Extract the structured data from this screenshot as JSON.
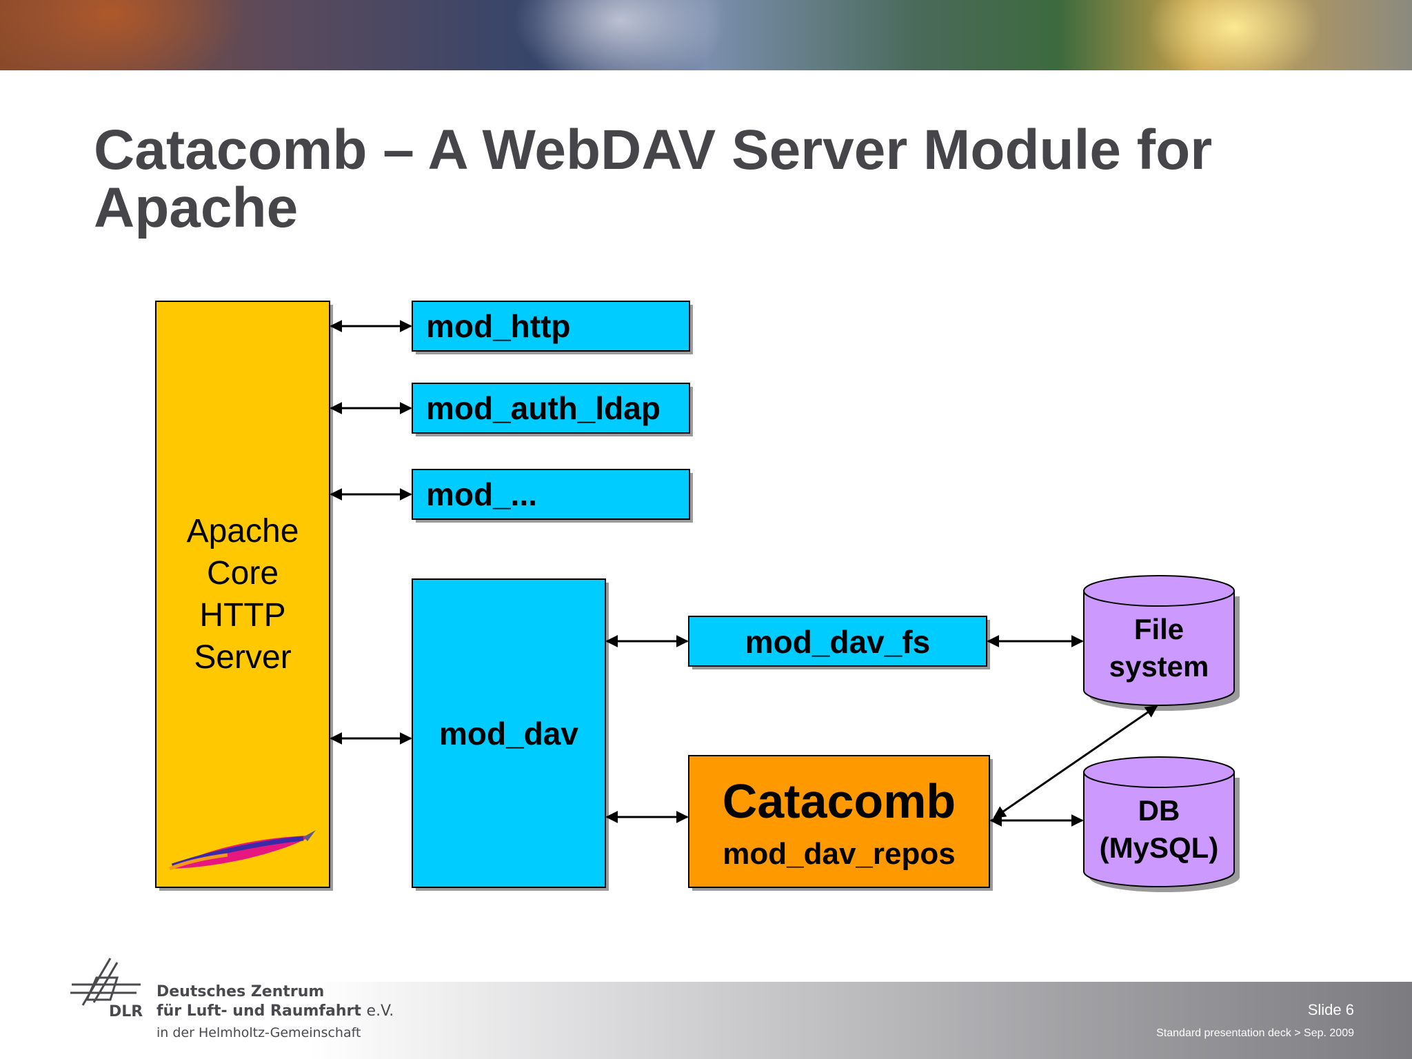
{
  "slide": {
    "title": "Catacomb – A WebDAV Server Module for Apache"
  },
  "diagram": {
    "core": {
      "line1": "Apache",
      "line2": "Core",
      "line3": "HTTP",
      "line4": "Server"
    },
    "modules": {
      "mod_http": "mod_http",
      "mod_auth_ldap": "mod_auth_ldap",
      "mod_other": "mod_...",
      "mod_dav": "mod_dav",
      "mod_dav_fs": "mod_dav_fs"
    },
    "catacomb": {
      "name": "Catacomb",
      "module": "mod_dav_repos"
    },
    "storage": {
      "fs_line1": "File",
      "fs_line2": "system",
      "db_line1": "DB",
      "db_line2": "(MySQL)"
    },
    "colors": {
      "core": "#ffc800",
      "module": "#00ccff",
      "catacomb": "#ff9900",
      "storage": "#cc99ff"
    }
  },
  "footer": {
    "org_line1": "Deutsches Zentrum",
    "org_line2": "für Luft- und Raumfahrt",
    "org_suffix": "e.V.",
    "org_line3": "in der Helmholtz-Gemeinschaft",
    "logo_text": "DLR",
    "slide_number": "Slide 6",
    "deck_info": "Standard presentation deck > Sep. 2009"
  }
}
